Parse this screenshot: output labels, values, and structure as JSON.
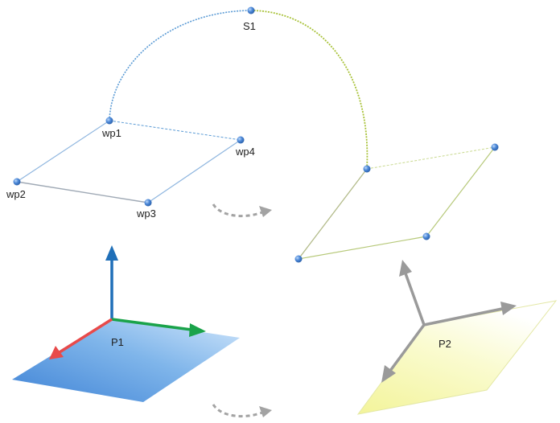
{
  "labels": {
    "s1": "S1",
    "wp1": "wp1",
    "wp2": "wp2",
    "wp3": "wp3",
    "wp4": "wp4",
    "p1": "P1",
    "p2": "P2"
  },
  "colors": {
    "blue_line": "#8fb6df",
    "blue_arc": "#5b9bd5",
    "green_line": "#c9d98f",
    "green_arc": "#a9c23a",
    "point": "#4a86d6",
    "axis_blue": "#1f6fb8",
    "axis_green": "#1aa34a",
    "axis_red": "#e84a4a",
    "axis_gray": "#9a9a9a",
    "transition_arrow": "#9a9a9a"
  }
}
